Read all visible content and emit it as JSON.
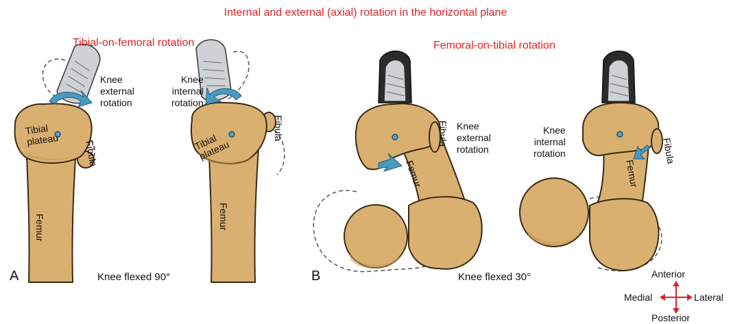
{
  "figure": {
    "main_title": "Internal and external (axial) rotation in the horizontal plane",
    "colors": {
      "title": "#d7262b",
      "bone": "#d9b070",
      "bone_outline": "#3a2a12",
      "arrow": "#4a9ac0",
      "compass": "#d7262b"
    }
  },
  "panel_a": {
    "letter": "A",
    "subtitle": "Tibial-on-femoral rotation",
    "caption": "Knee flexed 90°",
    "left": {
      "rotation_label": [
        "Knee",
        "external",
        "rotation"
      ],
      "plateau_label": [
        "Tibial",
        "plateau"
      ],
      "fibula_label": "Fibula",
      "femur_label": "Femur"
    },
    "right": {
      "rotation_label": [
        "Knee",
        "internal",
        "rotation"
      ],
      "plateau_label": [
        "Tibial",
        "plateau"
      ],
      "fibula_label": "Fibula",
      "femur_label": "Femur"
    }
  },
  "panel_b": {
    "letter": "B",
    "subtitle": "Femoral-on-tibial rotation",
    "caption": "Knee flexed 30°",
    "left": {
      "rotation_label": [
        "Knee",
        "external",
        "rotation"
      ],
      "fibula_label": "Fibula",
      "femur_label": "Femur"
    },
    "right": {
      "rotation_label": [
        "Knee",
        "internal",
        "rotation"
      ],
      "fibula_label": "Fibula",
      "femur_label": "Femur"
    }
  },
  "compass": {
    "anterior": "Anterior",
    "posterior": "Posterior",
    "medial": "Medial",
    "lateral": "Lateral"
  }
}
